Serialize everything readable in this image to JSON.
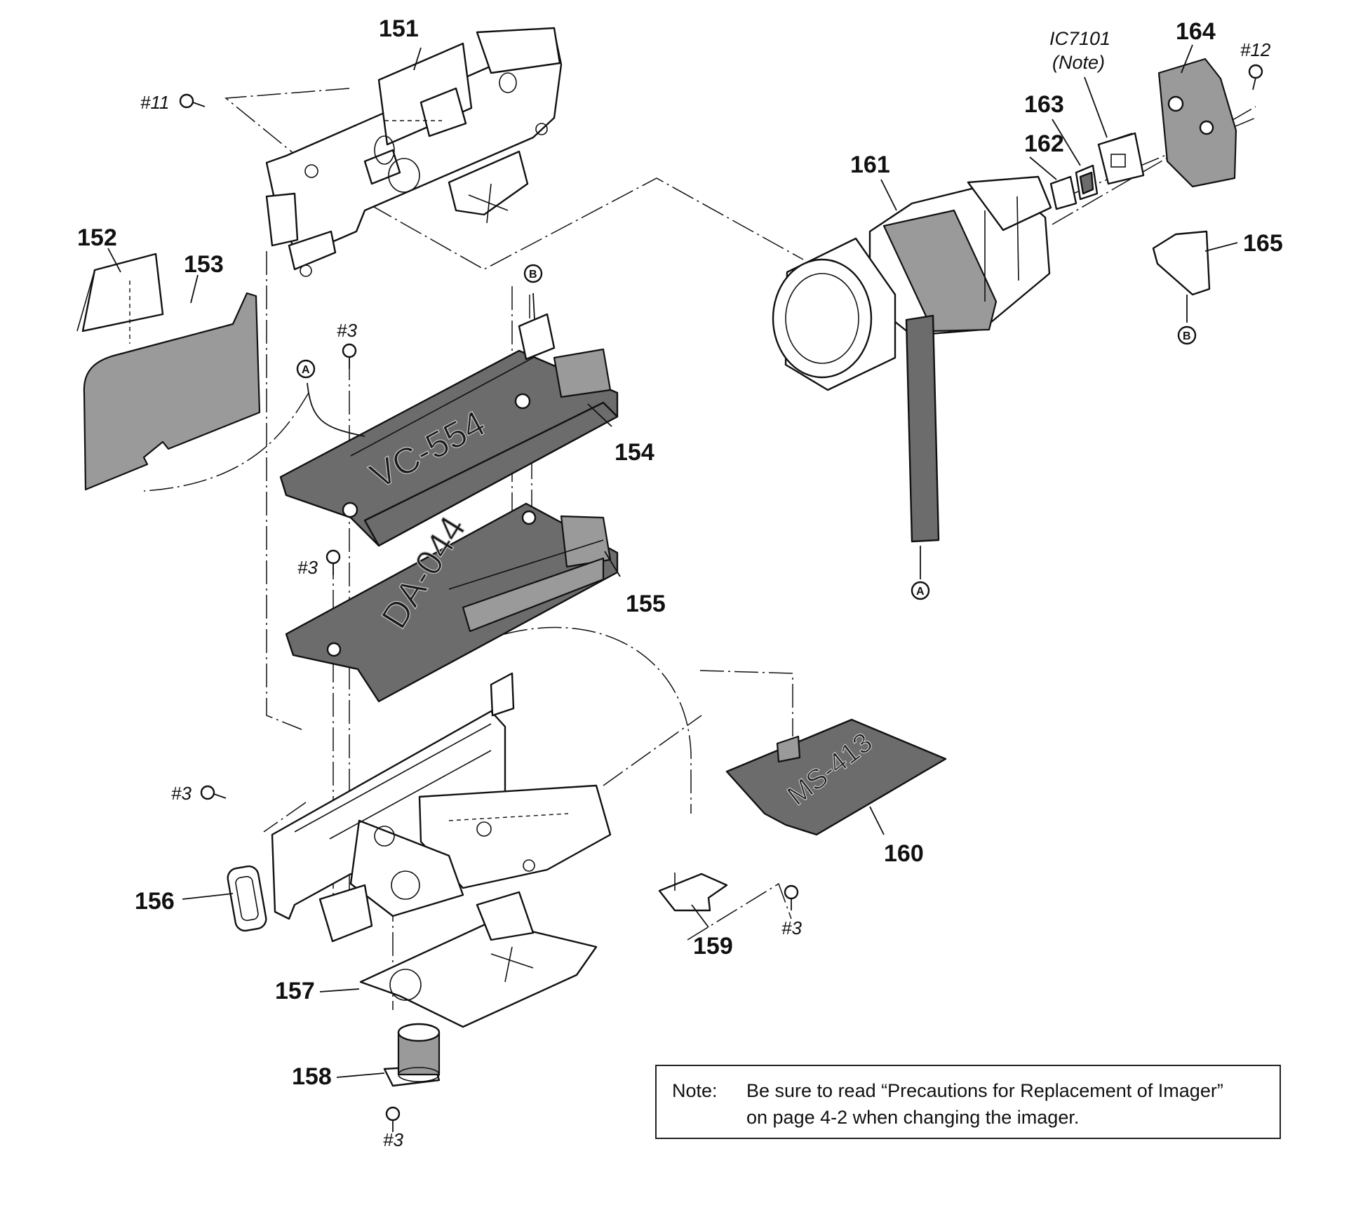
{
  "parts": {
    "p151": "151",
    "p152": "152",
    "p153": "153",
    "p154": "154",
    "p155": "155",
    "p156": "156",
    "p157": "157",
    "p158": "158",
    "p159": "159",
    "p160": "160",
    "p161": "161",
    "p162": "162",
    "p163": "163",
    "p164": "164",
    "p165": "165"
  },
  "screws": {
    "s11": "#11",
    "s12": "#12",
    "s3": "#3"
  },
  "ic": {
    "name": "IC7101",
    "note": "(Note)"
  },
  "boards": {
    "vc": "VC-554",
    "da": "DA-044",
    "ms": "MS-413"
  },
  "connectors": {
    "a": "A",
    "b": "B"
  },
  "note": {
    "label": "Note:",
    "line1": "Be sure to read “Precautions for Replacement of Imager”",
    "line2": "on page 4-2 when changing the imager."
  },
  "colors": {
    "line": "#111111",
    "board": "#6c6c6c",
    "background": "#ffffff"
  }
}
